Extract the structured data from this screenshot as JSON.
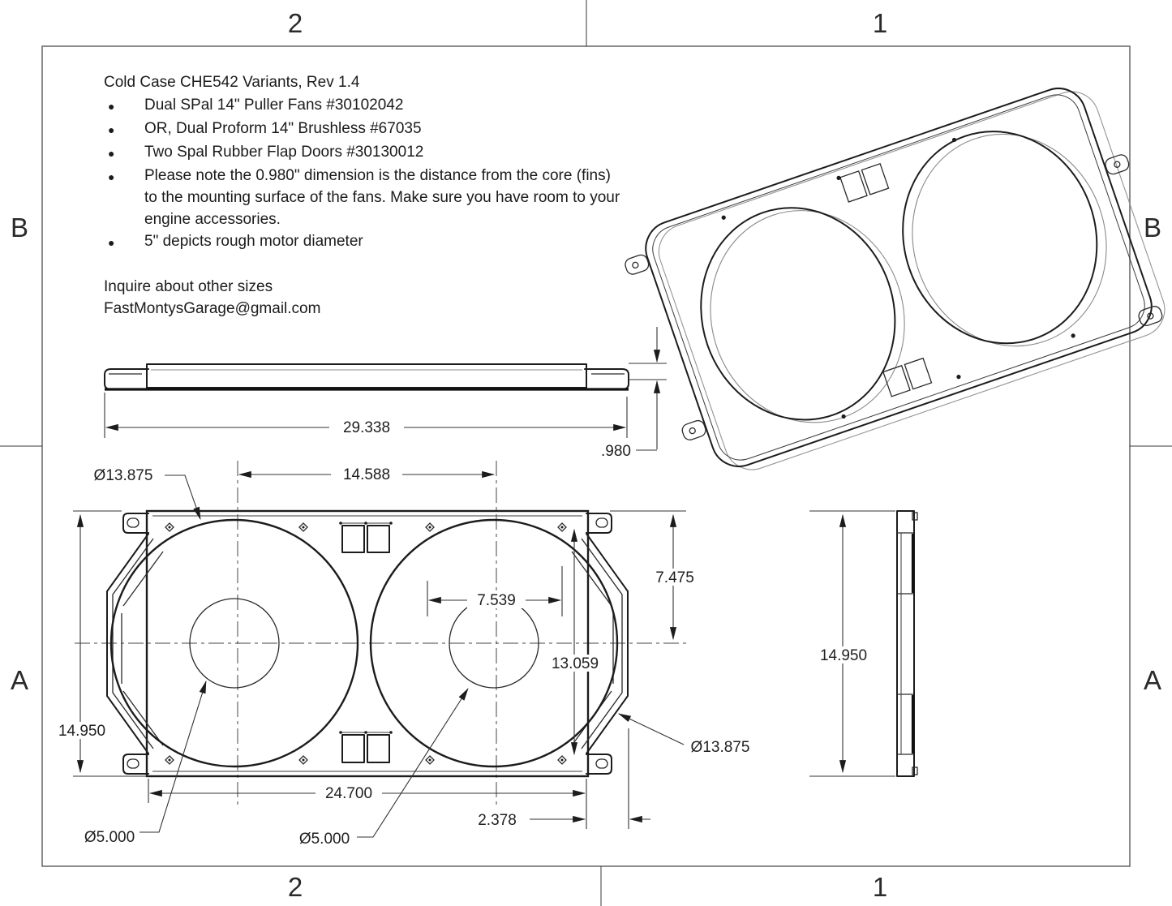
{
  "zones": {
    "top_left": "2",
    "top_right": "1",
    "bottom_left": "2",
    "bottom_right": "1",
    "left_top": "B",
    "left_bottom": "A",
    "right_top": "B",
    "right_bottom": "A"
  },
  "notes": {
    "title": "Cold Case CHE542 Variants, Rev 1.4",
    "bullet_glyph": "●",
    "bullets": [
      "Dual SPal 14\" Puller Fans #30102042",
      "OR, Dual Proform 14\" Brushless #67035",
      "Two Spal Rubber Flap Doors #30130012",
      "Please note the 0.980\" dimension is the distance from the core (fins) to the mounting surface of the fans. Make sure you have room to your engine accessories.",
      "5\" depicts rough motor diameter"
    ],
    "footer_line1": "Inquire about other sizes",
    "footer_line2": "FastMontysGarage@gmail.com"
  },
  "dimensions": {
    "overall_width": "29.338",
    "depth": ".980",
    "fan_opening_dia_front": "Ø13.875",
    "fan_center_spacing": "14.588",
    "fan_mount_spacing": "7.539",
    "half_height": "7.475",
    "mount_height": "13.059",
    "overall_height_front": "14.950",
    "mount_width": "24.700",
    "side_offset": "2.378",
    "motor_dia_left": "Ø5.000",
    "motor_dia_right": "Ø5.000",
    "fan_opening_dia_side": "Ø13.875",
    "overall_height_side": "14.950"
  },
  "colors": {
    "line": "#1c1c1c",
    "border": "#6e6e6e",
    "background": "#ffffff"
  }
}
